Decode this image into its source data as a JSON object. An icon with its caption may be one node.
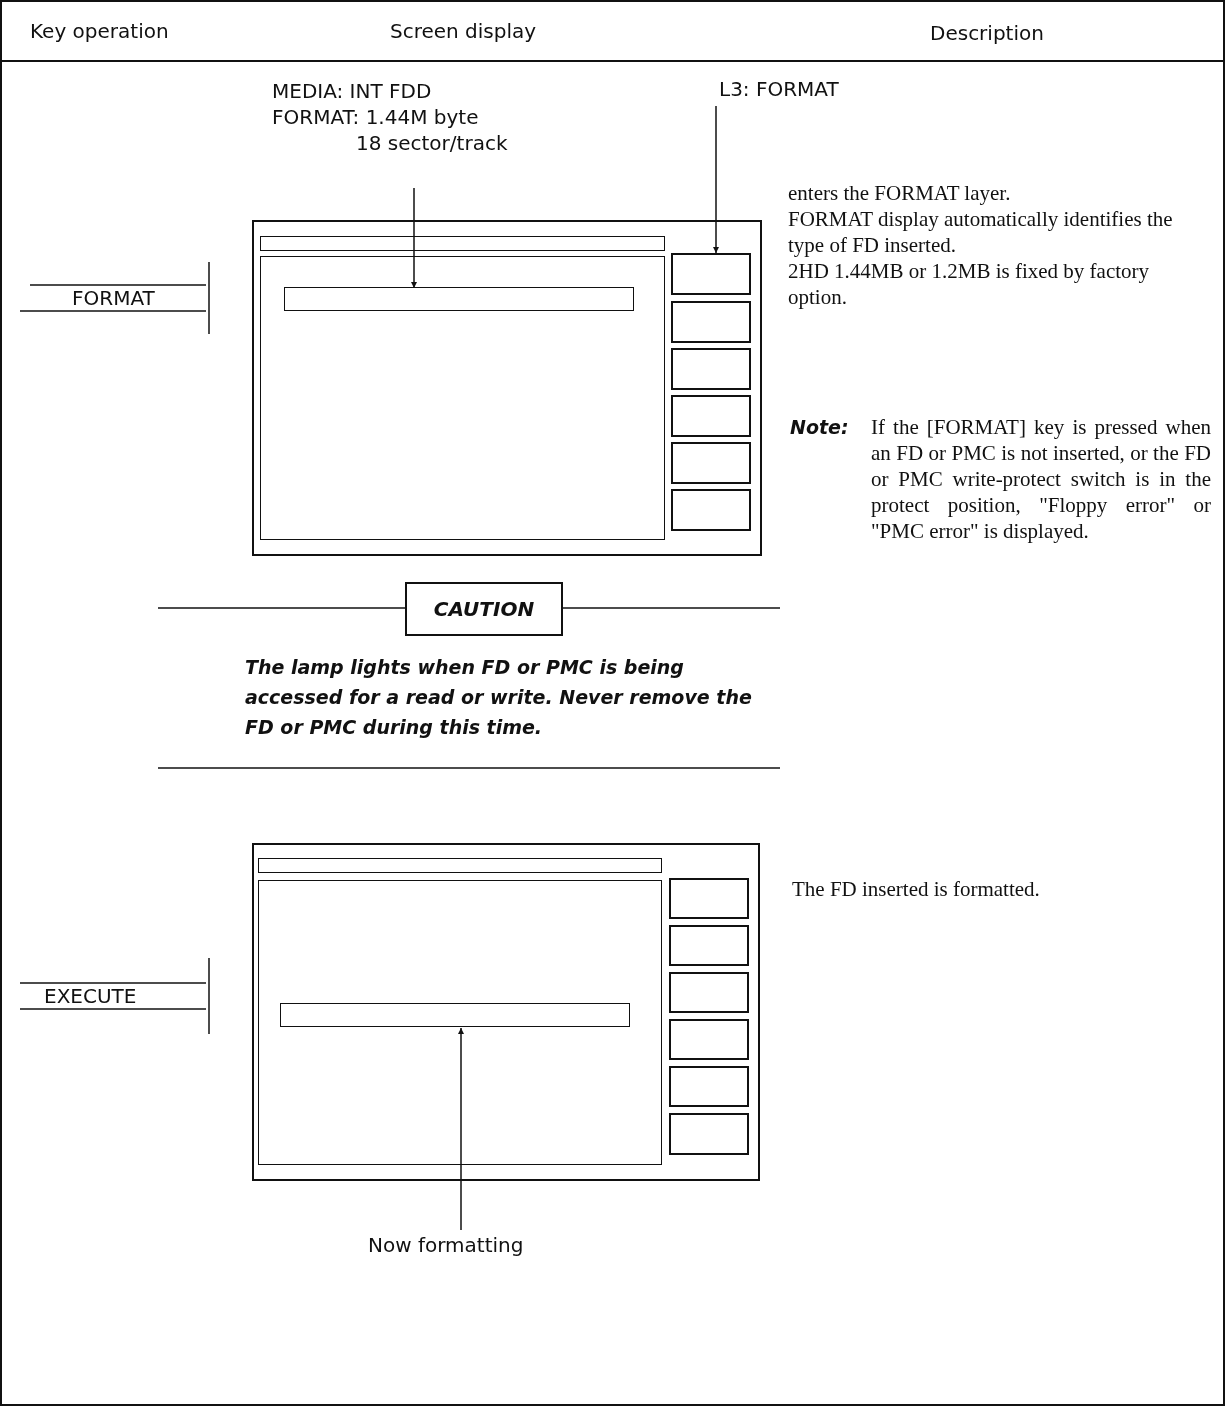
{
  "diagram": {
    "nodes": [
      {
        "text": [
          "FORMAT"
        ]
      },
      {
        "text": [],
        "shape": "box"
      },
      {
        "text": [],
        "shape": "bar",
        "in": 1
      },
      {
        "text": [],
        "shape": "box",
        "in": 1
      },
      {
        "text": [],
        "shape": "bar",
        "in": 3
      },
      {
        "text": [],
        "shape": "box",
        "in": 1
      },
      {
        "text": [],
        "shape": "box",
        "in": 1
      },
      {
        "text": [],
        "shape": "box",
        "in": 1
      },
      {
        "text": [],
        "shape": "box",
        "in": 1
      },
      {
        "text": [],
        "shape": "box",
        "in": 1
      },
      {
        "text": [],
        "shape": "box",
        "in": 1
      },
      {
        "text": [
          "MEDIA: INT FDD",
          "FORMAT: 1.44M byte",
          "18 sector/track"
        ]
      },
      {
        "text": [
          "L3: FORMAT"
        ]
      },
      {
        "text": [
          "CAUTION"
        ]
      },
      {
        "text": [
          "EXECUTE"
        ]
      },
      {
        "text": [],
        "shape": "box"
      },
      {
        "text": [],
        "shape": "bar",
        "in": 15
      },
      {
        "text": [],
        "shape": "box",
        "in": 15
      },
      {
        "text": [],
        "shape": "bar",
        "in": 17
      },
      {
        "text": [],
        "shape": "box",
        "in": 15
      },
      {
        "text": [],
        "shape": "box",
        "in": 15
      },
      {
        "text": [],
        "shape": "box",
        "in": 15
      },
      {
        "text": [],
        "shape": "box",
        "in": 15
      },
      {
        "text": [],
        "shape": "box",
        "in": 15
      },
      {
        "text": [],
        "shape": "box",
        "in": 15
      },
      {
        "text": [
          "Now formatting"
        ]
      }
    ],
    "edges": [
      {
        "from": 11,
        "to": 4,
        "arrow": "to"
      },
      {
        "from": 12,
        "to": 5,
        "arrow": "to"
      },
      {
        "from": 25,
        "to": 18,
        "arrow": "to"
      }
    ],
    "labels": [
      "Key operation",
      "Screen display",
      "Description",
      "enters the FORMAT layer.",
      "FORMAT display automatically identifies the type of FD inserted.",
      "2HD 1.44MB or 1.2MB is fixed by factory option.",
      "Note:",
      "If the [FORMAT] key is pressed when an FD or PMC is not inserted, or the FD or PMC write-protect switch is in the protect position, \"Floppy error\" or \"PMC error\" is displayed.",
      "The lamp lights when FD or PMC is being accessed for a read or write. Never remove the FD or PMC during this time.",
      "The FD inserted is formatted."
    ]
  }
}
